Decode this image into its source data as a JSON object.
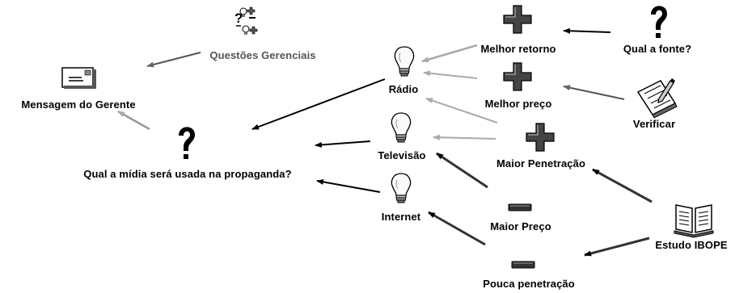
{
  "nodes": {
    "central_question": {
      "label": "Qual a mídia será usada na propaganda?",
      "icon": "question-icon"
    },
    "manager_message": {
      "label": "Mensagem do Gerente",
      "icon": "envelope-icon"
    },
    "management_questions": {
      "label": "Questões Gerenciais",
      "icon": "questions-pros-cons-icon"
    },
    "radio": {
      "label": "Rádio",
      "icon": "lightbulb-icon"
    },
    "television": {
      "label": "Televisão",
      "icon": "lightbulb-icon"
    },
    "internet": {
      "label": "Internet",
      "icon": "lightbulb-icon"
    },
    "better_return": {
      "label": "Melhor retorno",
      "icon": "plus-icon"
    },
    "better_price": {
      "label": "Melhor preço",
      "icon": "plus-icon"
    },
    "greater_penetration": {
      "label": "Maior Penetração",
      "icon": "plus-icon"
    },
    "higher_price": {
      "label": "Maior Preço",
      "icon": "minus-icon"
    },
    "low_penetration": {
      "label": "Pouca penetração",
      "icon": "minus-icon"
    },
    "source_question": {
      "label": "Qual a fonte?",
      "icon": "question-icon"
    },
    "verify": {
      "label": "Verificar",
      "icon": "notepad-pencil-icon"
    },
    "ibope_study": {
      "label": "Estudo IBOPE",
      "icon": "open-book-icon"
    }
  },
  "colors": {
    "dark_arrow": "#000000",
    "light_arrow": "#a9a9a9",
    "gray_text": "#555555"
  }
}
